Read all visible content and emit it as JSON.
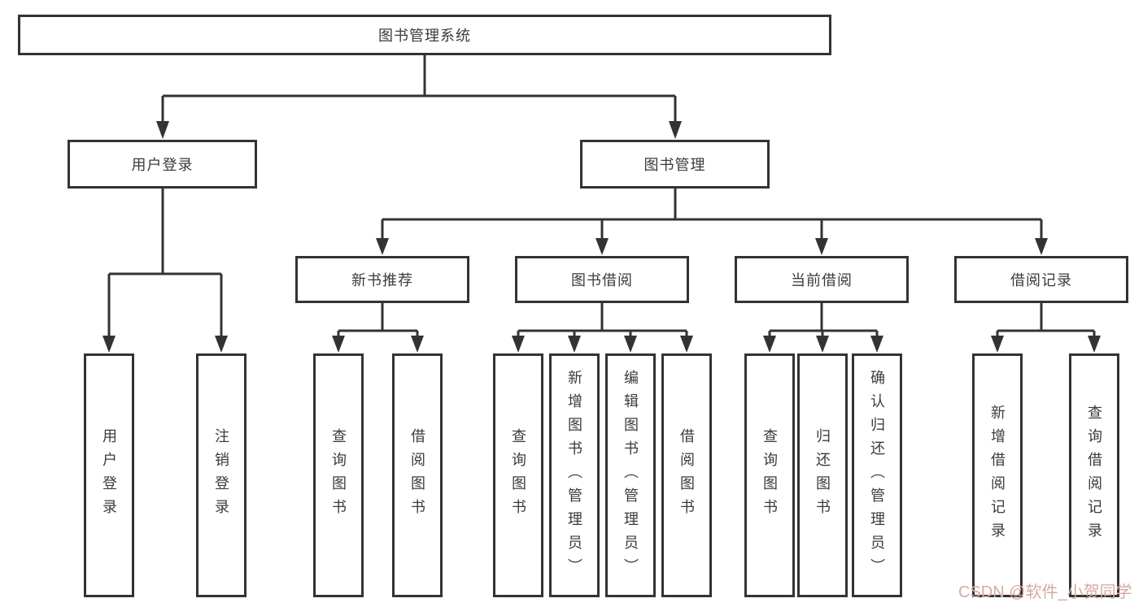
{
  "colors": {
    "background": "#ffffff",
    "box_border": "#333333",
    "connector_line": "#333333",
    "text": "#3b3b3b",
    "watermark": "#d9a8a5"
  },
  "watermark": {
    "text": "CSDN @软件_小贺同学"
  },
  "diagram": {
    "type": "tree",
    "root": {
      "label": "图书管理系统",
      "children": [
        {
          "label": "用户登录",
          "children": [
            {
              "label": "用户登录"
            },
            {
              "label": "注销登录"
            }
          ]
        },
        {
          "label": "图书管理",
          "children": [
            {
              "label": "新书推荐",
              "children": [
                {
                  "label": "查询图书"
                },
                {
                  "label": "借阅图书"
                }
              ]
            },
            {
              "label": "图书借阅",
              "children": [
                {
                  "label": "查询图书"
                },
                {
                  "label": "新增图书（管理员）"
                },
                {
                  "label": "编辑图书（管理员）"
                },
                {
                  "label": "借阅图书"
                }
              ]
            },
            {
              "label": "当前借阅",
              "children": [
                {
                  "label": "查询图书"
                },
                {
                  "label": "归还图书"
                },
                {
                  "label": "确认归还（管理员）"
                }
              ]
            },
            {
              "label": "借阅记录",
              "children": [
                {
                  "label": "新增借阅记录"
                },
                {
                  "label": "查询借阅记录"
                }
              ]
            }
          ]
        }
      ]
    }
  }
}
